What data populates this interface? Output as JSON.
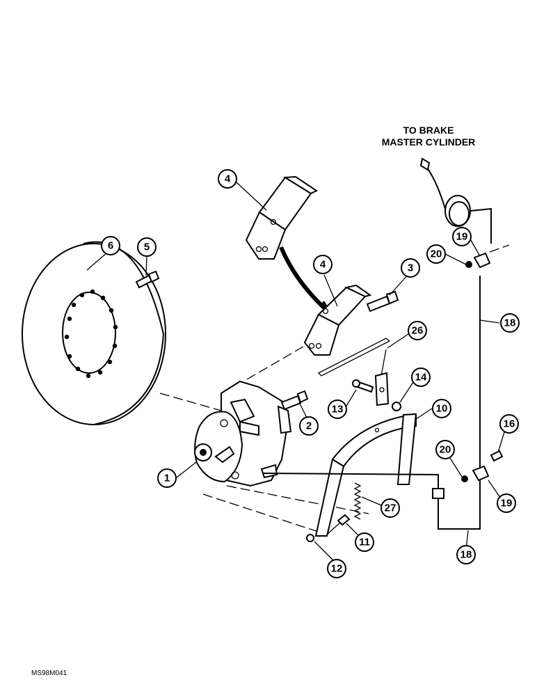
{
  "header": {
    "line1": "TO BRAKE",
    "line2": "MASTER CYLINDER"
  },
  "callouts": {
    "c1": "1",
    "c2": "2",
    "c3": "3",
    "c4a": "4",
    "c4b": "4",
    "c5": "5",
    "c6": "6",
    "c10": "10",
    "c11": "11",
    "c12": "12",
    "c13": "13",
    "c14": "14",
    "c16": "16",
    "c18a": "18",
    "c18b": "18",
    "c19a": "19",
    "c19b": "19",
    "c20a": "20",
    "c20b": "20",
    "c26": "26",
    "c27": "27"
  },
  "figure_code": "MS98M041"
}
